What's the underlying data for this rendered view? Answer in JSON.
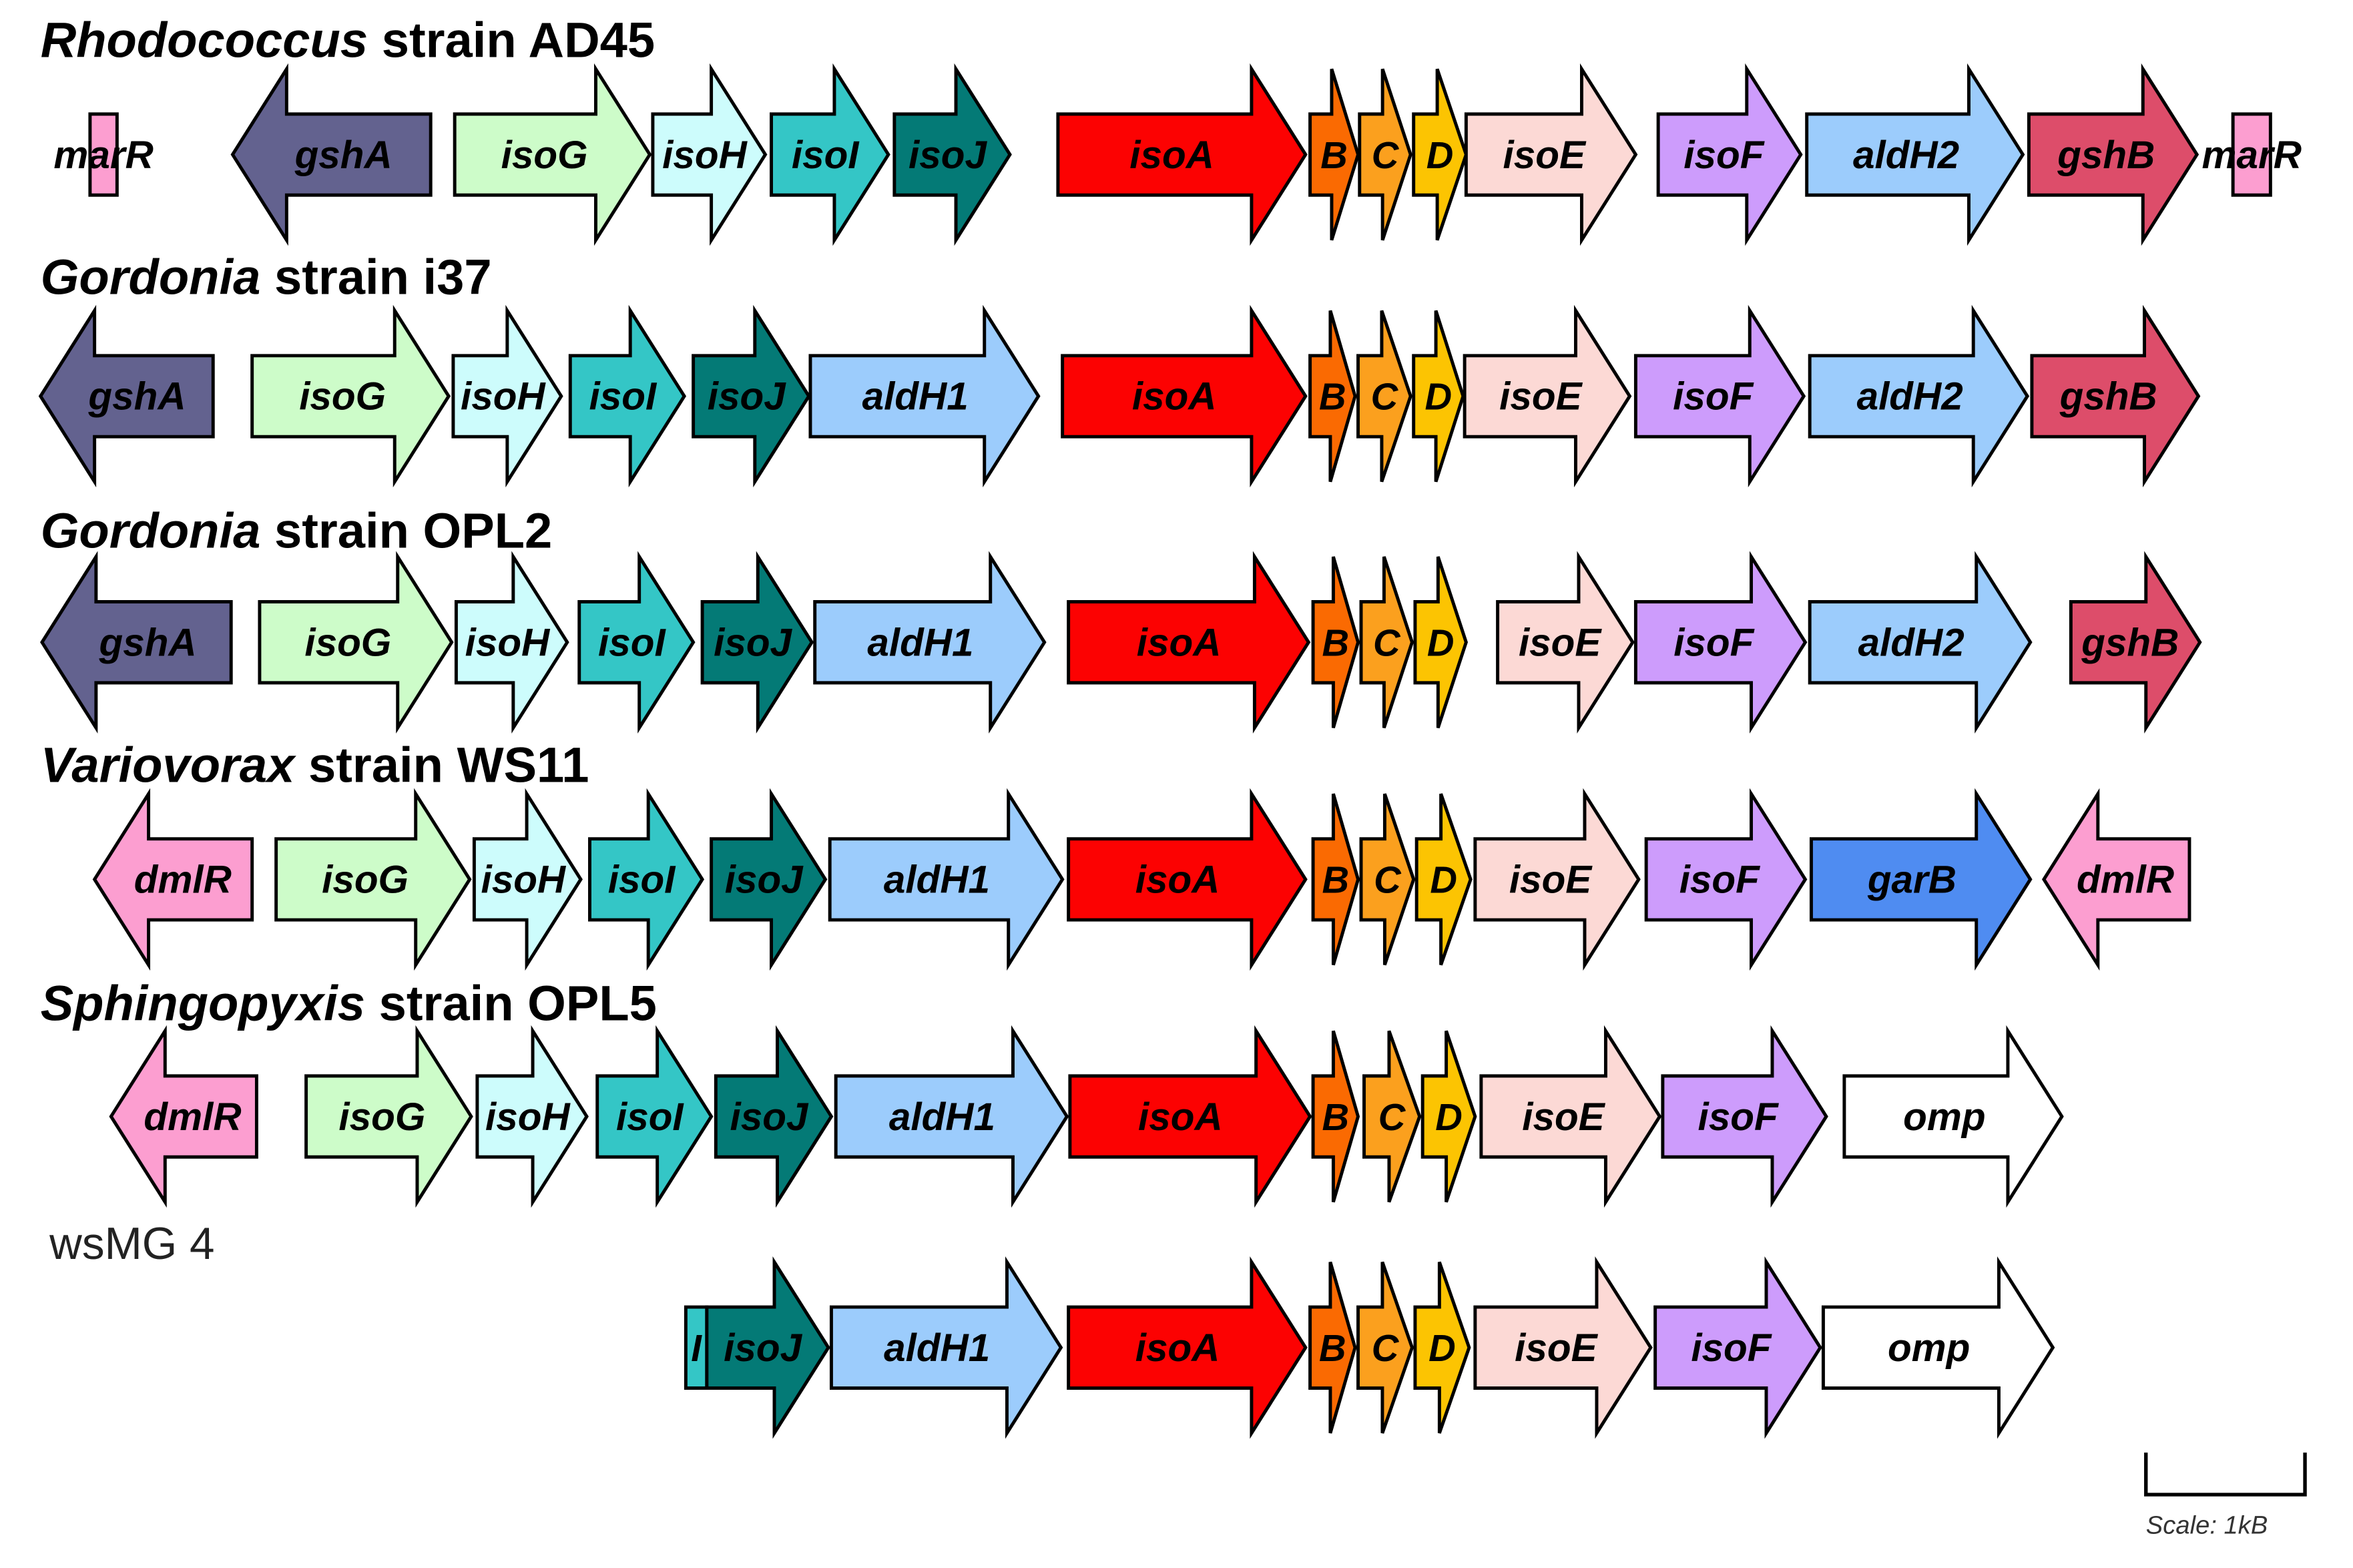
{
  "colors": {
    "gshA": "#63628f",
    "isoG": "#cdfcc9",
    "isoH": "#cdfcfc",
    "isoI": "#34c6c6",
    "isoJ": "#047a76",
    "isoA": "#fc0202",
    "isoB": "#fa6a02",
    "isoC": "#fba01e",
    "isoD": "#fcc402",
    "isoE": "#fcd9d5",
    "isoF": "#cd9cfc",
    "aldH1": "#9cccfc",
    "aldH2": "#9cccfc",
    "gshB": "#dd4d6a",
    "marR": "#fc9ed0",
    "dmlR": "#fc9ed0",
    "garB": "#4f8cf1",
    "omp": "#ffffff",
    "outline": "#000000"
  },
  "clusters": [
    {
      "genus": "Rhodococcus",
      "strain": "strain AD45",
      "genes": [
        {
          "label": "marR",
          "color": "marR",
          "dir": "none"
        },
        {
          "label": "gshA",
          "color": "gshA",
          "dir": "left"
        },
        {
          "label": "isoG",
          "color": "isoG",
          "dir": "right"
        },
        {
          "label": "isoH",
          "color": "isoH",
          "dir": "right"
        },
        {
          "label": "isoI",
          "color": "isoI",
          "dir": "right"
        },
        {
          "label": "isoJ",
          "color": "isoJ",
          "dir": "right"
        },
        {
          "label": "isoA",
          "color": "isoA",
          "dir": "right"
        },
        {
          "label": "B",
          "color": "isoB",
          "dir": "right"
        },
        {
          "label": "C",
          "color": "isoC",
          "dir": "right"
        },
        {
          "label": "D",
          "color": "isoD",
          "dir": "right"
        },
        {
          "label": "isoE",
          "color": "isoE",
          "dir": "right"
        },
        {
          "label": "isoF",
          "color": "isoF",
          "dir": "right"
        },
        {
          "label": "aldH2",
          "color": "aldH2",
          "dir": "right"
        },
        {
          "label": "gshB",
          "color": "gshB",
          "dir": "right"
        },
        {
          "label": "marR",
          "color": "marR",
          "dir": "none"
        }
      ]
    },
    {
      "genus": "Gordonia",
      "strain": "strain i37",
      "genes": [
        {
          "label": "gshA",
          "color": "gshA",
          "dir": "left"
        },
        {
          "label": "isoG",
          "color": "isoG",
          "dir": "right"
        },
        {
          "label": "isoH",
          "color": "isoH",
          "dir": "right"
        },
        {
          "label": "isoI",
          "color": "isoI",
          "dir": "right"
        },
        {
          "label": "isoJ",
          "color": "isoJ",
          "dir": "right"
        },
        {
          "label": "aldH1",
          "color": "aldH1",
          "dir": "right"
        },
        {
          "label": "isoA",
          "color": "isoA",
          "dir": "right"
        },
        {
          "label": "B",
          "color": "isoB",
          "dir": "right"
        },
        {
          "label": "C",
          "color": "isoC",
          "dir": "right"
        },
        {
          "label": "D",
          "color": "isoD",
          "dir": "right"
        },
        {
          "label": "isoE",
          "color": "isoE",
          "dir": "right"
        },
        {
          "label": "isoF",
          "color": "isoF",
          "dir": "right"
        },
        {
          "label": "aldH2",
          "color": "aldH2",
          "dir": "right"
        },
        {
          "label": "gshB",
          "color": "gshB",
          "dir": "right"
        }
      ]
    },
    {
      "genus": "Gordonia",
      "strain": "strain OPL2",
      "genes": [
        {
          "label": "gshA",
          "color": "gshA",
          "dir": "left"
        },
        {
          "label": "isoG",
          "color": "isoG",
          "dir": "right"
        },
        {
          "label": "isoH",
          "color": "isoH",
          "dir": "right"
        },
        {
          "label": "isoI",
          "color": "isoI",
          "dir": "right"
        },
        {
          "label": "isoJ",
          "color": "isoJ",
          "dir": "right"
        },
        {
          "label": "aldH1",
          "color": "aldH1",
          "dir": "right"
        },
        {
          "label": "isoA",
          "color": "isoA",
          "dir": "right"
        },
        {
          "label": "B",
          "color": "isoB",
          "dir": "right"
        },
        {
          "label": "C",
          "color": "isoC",
          "dir": "right"
        },
        {
          "label": "D",
          "color": "isoD",
          "dir": "right"
        },
        {
          "label": "isoE",
          "color": "isoE",
          "dir": "right"
        },
        {
          "label": "isoF",
          "color": "isoF",
          "dir": "right"
        },
        {
          "label": "aldH2",
          "color": "aldH2",
          "dir": "right"
        },
        {
          "label": "gshB",
          "color": "gshB",
          "dir": "right"
        }
      ]
    },
    {
      "genus": "Variovorax",
      "strain": "strain WS11",
      "genes": [
        {
          "label": "dmlR",
          "color": "dmlR",
          "dir": "left"
        },
        {
          "label": "isoG",
          "color": "isoG",
          "dir": "right"
        },
        {
          "label": "isoH",
          "color": "isoH",
          "dir": "right"
        },
        {
          "label": "isoI",
          "color": "isoI",
          "dir": "right"
        },
        {
          "label": "isoJ",
          "color": "isoJ",
          "dir": "right"
        },
        {
          "label": "aldH1",
          "color": "aldH1",
          "dir": "right"
        },
        {
          "label": "isoA",
          "color": "isoA",
          "dir": "right"
        },
        {
          "label": "B",
          "color": "isoB",
          "dir": "right"
        },
        {
          "label": "C",
          "color": "isoC",
          "dir": "right"
        },
        {
          "label": "D",
          "color": "isoD",
          "dir": "right"
        },
        {
          "label": "isoE",
          "color": "isoE",
          "dir": "right"
        },
        {
          "label": "isoF",
          "color": "isoF",
          "dir": "right"
        },
        {
          "label": "garB",
          "color": "garB",
          "dir": "right"
        },
        {
          "label": "dmlR",
          "color": "dmlR",
          "dir": "left"
        }
      ]
    },
    {
      "genus": "Sphingopyxis",
      "strain": "strain OPL5",
      "genes": [
        {
          "label": "dmlR",
          "color": "dmlR",
          "dir": "left"
        },
        {
          "label": "isoG",
          "color": "isoG",
          "dir": "right"
        },
        {
          "label": "isoH",
          "color": "isoH",
          "dir": "right"
        },
        {
          "label": "isoI",
          "color": "isoI",
          "dir": "right"
        },
        {
          "label": "isoJ",
          "color": "isoJ",
          "dir": "right"
        },
        {
          "label": "aldH1",
          "color": "aldH1",
          "dir": "right"
        },
        {
          "label": "isoA",
          "color": "isoA",
          "dir": "right"
        },
        {
          "label": "B",
          "color": "isoB",
          "dir": "right"
        },
        {
          "label": "C",
          "color": "isoC",
          "dir": "right"
        },
        {
          "label": "D",
          "color": "isoD",
          "dir": "right"
        },
        {
          "label": "isoE",
          "color": "isoE",
          "dir": "right"
        },
        {
          "label": "isoF",
          "color": "isoF",
          "dir": "right"
        },
        {
          "label": "omp",
          "color": "omp",
          "dir": "right"
        }
      ]
    },
    {
      "genus": "",
      "strain": "wsMG 4",
      "genes": [
        {
          "label": "I",
          "color": "isoI",
          "dir": "none"
        },
        {
          "label": "isoJ",
          "color": "isoJ",
          "dir": "right"
        },
        {
          "label": "aldH1",
          "color": "aldH1",
          "dir": "right"
        },
        {
          "label": "isoA",
          "color": "isoA",
          "dir": "right"
        },
        {
          "label": "B",
          "color": "isoB",
          "dir": "right"
        },
        {
          "label": "C",
          "color": "isoC",
          "dir": "right"
        },
        {
          "label": "D",
          "color": "isoD",
          "dir": "right"
        },
        {
          "label": "isoE",
          "color": "isoE",
          "dir": "right"
        },
        {
          "label": "isoF",
          "color": "isoF",
          "dir": "right"
        },
        {
          "label": "omp",
          "color": "omp",
          "dir": "right"
        }
      ]
    }
  ],
  "scale_bar": {
    "label": "Scale: 1kB"
  }
}
